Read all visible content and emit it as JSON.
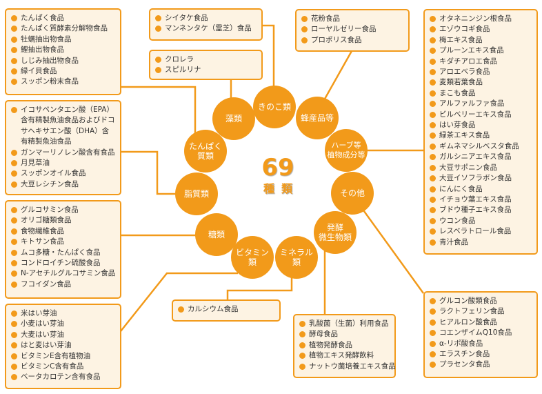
{
  "center": {
    "count": "69",
    "label": "種類"
  },
  "categories": [
    {
      "label": "きのこ類",
      "items": [
        "シイタケ食品",
        "マンネンタケ（霊芝）食品"
      ]
    },
    {
      "label": "藻類",
      "items": [
        "クロレラ",
        "スピルリナ"
      ]
    },
    {
      "label": "蜂産品等",
      "items": [
        "花粉食品",
        "ローヤルゼリー食品",
        "プロポリス食品"
      ]
    },
    {
      "label": "たんぱく\n質類",
      "items": [
        "たんぱく食品",
        "たんぱく質酵素分解物食品",
        "牡蠣抽出物食品",
        "鯉抽出物食品",
        "しじみ抽出物食品",
        "緑イ貝食品",
        "スッポン粉末食品"
      ]
    },
    {
      "label": "ハーブ等\n植物成分等",
      "items": [
        "オタネニンジン根食品",
        "エゾウコギ食品",
        "梅エキス食品",
        "プルーンエキス食品",
        "キダチアロエ食品",
        "アロエベラ食品",
        "麦類若葉食品",
        "まこも食品",
        "アルファルファ食品",
        "ビルベリーエキス食品",
        "はい芽食品",
        "緑茶エキス食品",
        "ギムネマシルベスタ食品",
        "ガルシニアエキス食品",
        "大豆サポニン食品",
        "大豆イソフラボン食品",
        "にんにく食品",
        "イチョウ葉エキス食品",
        "ブドウ種子エキス食品",
        "ウコン食品",
        "レスベラトロール食品",
        "青汁食品"
      ]
    },
    {
      "label": "脂質類",
      "items": [
        "イコサペンタエン酸（EPA）含有精製魚油食品およびドコサヘキサエン酸（DHA）含有精製魚油食品",
        "ガンマーリノレン酸含有食品",
        "月見草油",
        "スッポンオイル食品",
        "大豆レシチン食品"
      ]
    },
    {
      "label": "その他",
      "items": [
        "グルコン酸類食品",
        "ラクトフェリン食品",
        "ヒアルロン酸食品",
        "コエンザイムQ10食品",
        "α-リポ酸食品",
        "エラスチン食品",
        "プラセンタ食品"
      ]
    },
    {
      "label": "糖類",
      "items": [
        "グルコサミン食品",
        "オリゴ糖類食品",
        "食物繊維食品",
        "キトサン食品",
        "ムコ多糖・たんぱく食品",
        "コンドロイチン硫酸食品",
        "N-アセチルグルコサミン食品",
        "フコイダン食品"
      ]
    },
    {
      "label": "発酵\n微生物類",
      "items": [
        "乳酸菌（生菌）利用食品",
        "酵母食品",
        "植物発酵食品",
        "植物エキス発酵飲料",
        "ナットウ菌培養エキス食品"
      ]
    },
    {
      "label": "ビタミン\n類",
      "items": [
        "米はい芽油",
        "小麦はい芽油",
        "大麦はい芽油",
        "はと麦はい芽油",
        "ビタミンE含有植物油",
        "ビタミンC含有食品",
        "ベータカロテン含有食品"
      ]
    },
    {
      "label": "ミネラル\n類",
      "items": [
        "カルシウム食品"
      ]
    }
  ],
  "colors": {
    "accent": "#f29a1a",
    "box_bg": "#fdf3e3"
  }
}
